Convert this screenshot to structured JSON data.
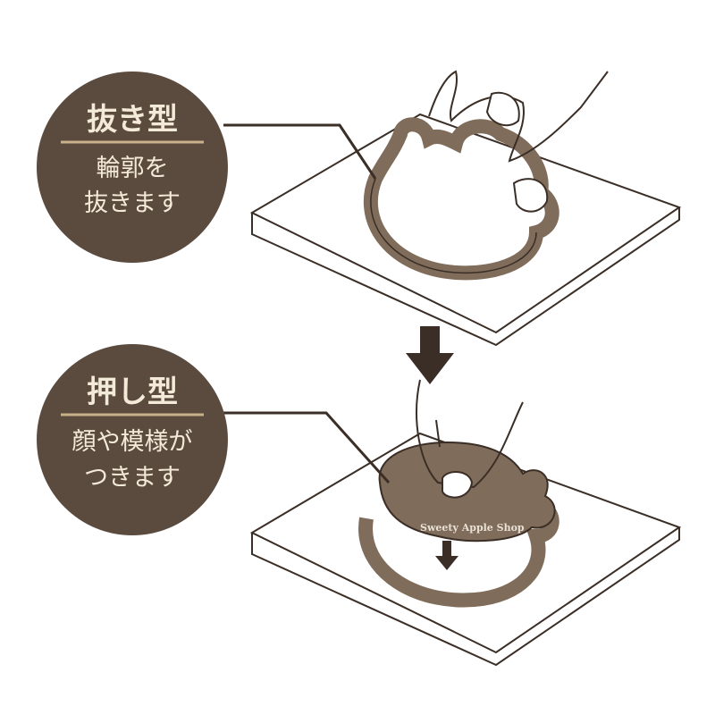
{
  "colors": {
    "badge": "#5b4b3f",
    "cutter": "#7f6c5a",
    "badge_text": "#f4ead8",
    "line": "#3a2e26"
  },
  "step1": {
    "title": "抜き型",
    "lines": [
      "輪郭を",
      "抜きます"
    ]
  },
  "step2": {
    "title": "押し型",
    "lines": [
      "顔や模様が",
      "つきます"
    ]
  },
  "watermark": "Sweety Apple Shop"
}
